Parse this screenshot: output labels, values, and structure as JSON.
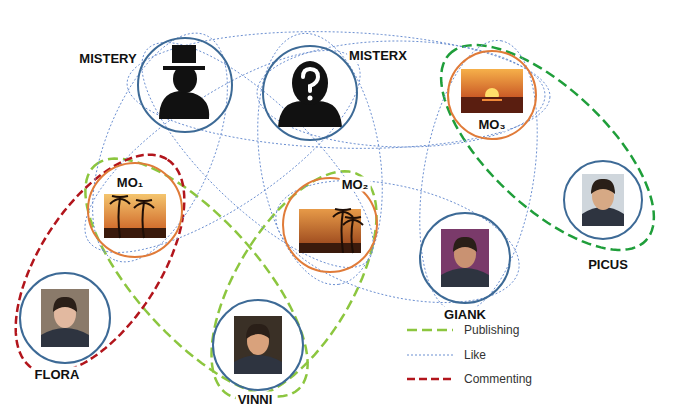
{
  "diagram": {
    "nodes": [
      {
        "text": [
          "MISTERY"
        ]
      },
      {
        "text": [
          "MISTERX"
        ]
      },
      {
        "text": [
          "MO₃"
        ]
      },
      {
        "text": [
          "MO₁"
        ]
      },
      {
        "text": [
          "MO₂"
        ]
      },
      {
        "text": [
          "GIANK"
        ]
      },
      {
        "text": [
          "PICUS"
        ]
      },
      {
        "text": [
          "FLORA"
        ]
      },
      {
        "text": [
          "VINNI"
        ]
      }
    ],
    "edges": [
      {
        "from": 8,
        "to": 3,
        "arrow": "none"
      },
      {
        "from": 8,
        "to": 4,
        "arrow": "none"
      },
      {
        "from": 6,
        "to": 2,
        "arrow": "none"
      },
      {
        "from": 7,
        "to": 3,
        "arrow": "none"
      },
      {
        "from": 0,
        "to": 3,
        "arrow": "none"
      },
      {
        "from": 0,
        "to": 4,
        "arrow": "none"
      },
      {
        "from": 0,
        "to": 2,
        "arrow": "none"
      },
      {
        "from": 1,
        "to": 3,
        "arrow": "none"
      },
      {
        "from": 1,
        "to": 4,
        "arrow": "none"
      },
      {
        "from": 1,
        "to": 2,
        "arrow": "none"
      },
      {
        "from": 5,
        "to": 2,
        "arrow": "none"
      },
      {
        "from": 5,
        "to": 4,
        "arrow": "none"
      }
    ],
    "legend": [
      {
        "text": "Publishing"
      },
      {
        "text": "Like"
      },
      {
        "text": "Commenting"
      }
    ]
  }
}
